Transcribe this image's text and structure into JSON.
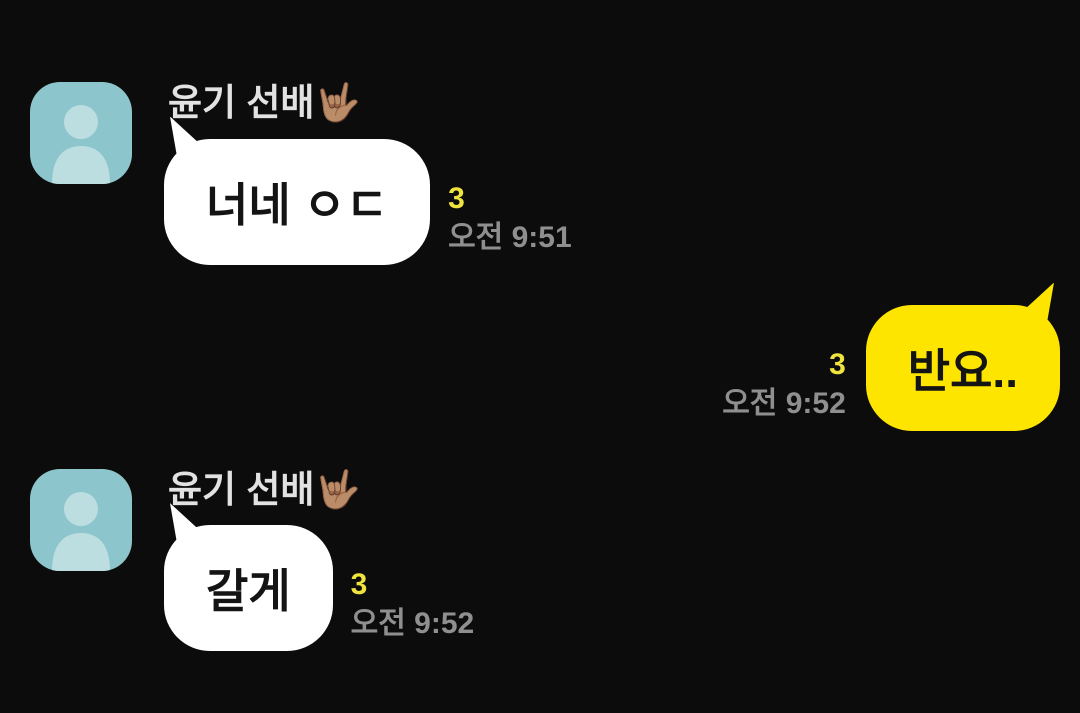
{
  "theme": {
    "background": "#0c0c0c",
    "bubble_incoming": "#ffffff",
    "bubble_outgoing": "#fee500",
    "bubble_text": "#141414",
    "unread_color": "#efe33d",
    "time_color": "#8f8f8f",
    "sender_color": "#e2e2e2",
    "avatar_color": "#8cc5cb",
    "avatar_icon_color": "#bddee1"
  },
  "icons": {
    "avatar_icon": "person-silhouette"
  },
  "messages": [
    {
      "side": "left",
      "sender": "윤기 선배🤟🏽",
      "text": "너네 ㅇㄷ",
      "unread": "3",
      "time": "오전 9:51"
    },
    {
      "side": "right",
      "text": "반요..",
      "unread": "3",
      "time": "오전 9:52"
    },
    {
      "side": "left",
      "sender": "윤기 선배🤟🏽",
      "text": "갈게",
      "unread": "3",
      "time": "오전 9:52"
    }
  ]
}
